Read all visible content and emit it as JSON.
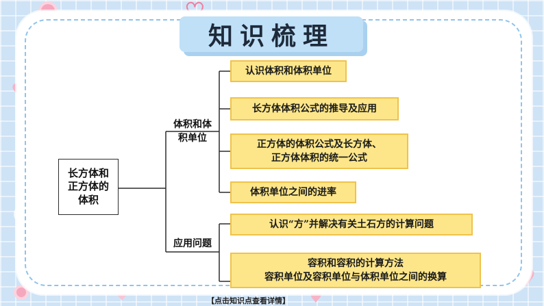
{
  "title": "知识梳理",
  "root": "长方体和\n正方体的\n体积",
  "branches": [
    {
      "label": "体积和体\n积单位",
      "items": [
        "认识体积和体积单位",
        "长方体体积公式的推导及应用",
        "正方体的体积公式及长方体、\n正方体体积的统一公式",
        "体积单位之间的进率"
      ]
    },
    {
      "label": "应用问题",
      "items": [
        "认识“方”并解决有关土石方的计算问题",
        "容积和容积的计算方法\n容积单位及容积单位与体积单位之间的换算"
      ]
    }
  ],
  "footer": "【点击知识点查看详情】",
  "colors": {
    "node_fill": "#fde68a",
    "node_border": "#f0c24a",
    "banner": "#bfe0f7",
    "background": "#cfe3f6"
  }
}
